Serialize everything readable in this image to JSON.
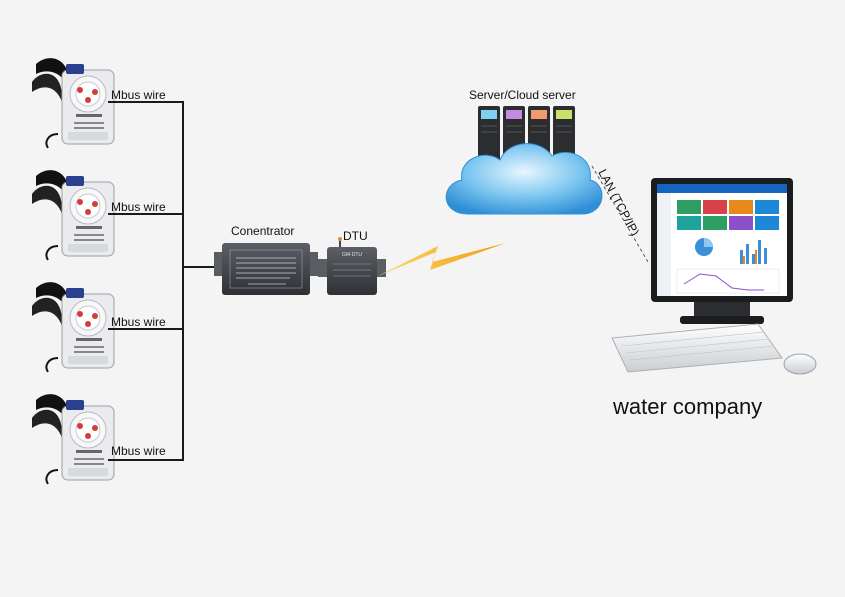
{
  "meters": [
    {
      "wire_label": "Mbus wire"
    },
    {
      "wire_label": "Mbus wire"
    },
    {
      "wire_label": "Mbus wire"
    },
    {
      "wire_label": "Mbus wire"
    }
  ],
  "concentrator": {
    "label": "Conentrator"
  },
  "dtu": {
    "label": "DTU",
    "face_text": "GM-DTU"
  },
  "server": {
    "label": "Server/Cloud server"
  },
  "lan": {
    "label": "LAN (TCP/IP)"
  },
  "company": {
    "label": "water company"
  },
  "colors": {
    "wire": "#1a1a1a",
    "lightning": "#f2b021",
    "cloud": "#3aa0e0",
    "dashboard_header": "#1565c0"
  }
}
